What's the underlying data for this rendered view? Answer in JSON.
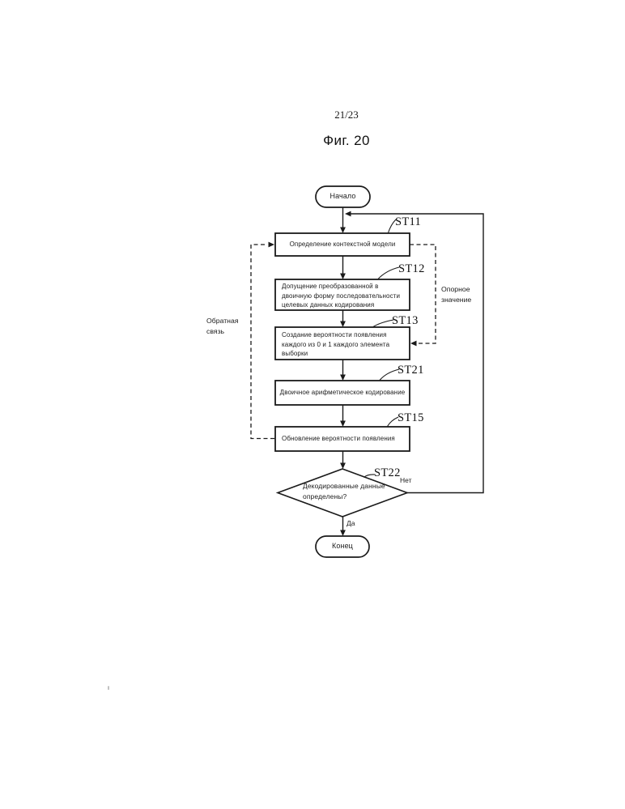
{
  "page": {
    "page_number": "21/23",
    "figure_title": "Фиг. 20"
  },
  "flowchart": {
    "start_label": "Начало",
    "end_label": "Конец",
    "st11": {
      "id": "ST11",
      "text": "Определение контекстной модели"
    },
    "st12": {
      "id": "ST12",
      "line1": "Допущение преобразованной в",
      "line2": "двоичную форму последовательности",
      "line3": "целевых данных кодирования"
    },
    "st13": {
      "id": "ST13",
      "line1": "Создание вероятности появления",
      "line2": "каждого из 0 и 1 каждого элемента",
      "line3": "выборки"
    },
    "st21": {
      "id": "ST21",
      "text": "Двоичное арифметическое кодирование"
    },
    "st15": {
      "id": "ST15",
      "text": "Обновление вероятности появления"
    },
    "st22": {
      "id": "ST22",
      "line1": "Декодированные данные",
      "line2": "определены?",
      "yes": "Да",
      "no": "Нет"
    },
    "labels": {
      "feedback_line1": "Обратная",
      "feedback_line2": "связь",
      "reference_line1": "Опорное",
      "reference_line2": "значение"
    }
  },
  "colors": {
    "ink": "#1a1a1a",
    "background": "#ffffff"
  }
}
